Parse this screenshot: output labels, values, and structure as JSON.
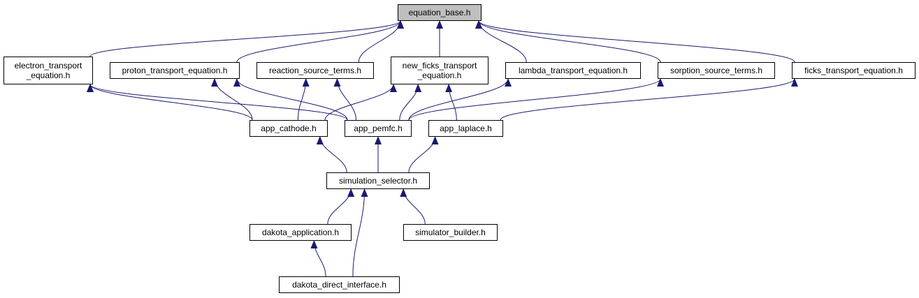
{
  "colors": {
    "edge": "#191970",
    "node_border": "#000000",
    "node_fill": "#ffffff",
    "root_fill": "#bfbfbf"
  },
  "nodes": {
    "equation_base": {
      "lines": [
        "equation_base.h"
      ]
    },
    "electron_transport": {
      "lines": [
        "electron_transport",
        "_equation.h"
      ]
    },
    "proton_transport": {
      "lines": [
        "proton_transport_equation.h"
      ]
    },
    "reaction_source": {
      "lines": [
        "reaction_source_terms.h"
      ]
    },
    "new_ficks": {
      "lines": [
        "new_ficks_transport",
        "_equation.h"
      ]
    },
    "lambda_transport": {
      "lines": [
        "lambda_transport_equation.h"
      ]
    },
    "sorption_source": {
      "lines": [
        "sorption_source_terms.h"
      ]
    },
    "ficks_transport": {
      "lines": [
        "ficks_transport_equation.h"
      ]
    },
    "app_cathode": {
      "lines": [
        "app_cathode.h"
      ]
    },
    "app_pemfc": {
      "lines": [
        "app_pemfc.h"
      ]
    },
    "app_laplace": {
      "lines": [
        "app_laplace.h"
      ]
    },
    "simulation_selector": {
      "lines": [
        "simulation_selector.h"
      ]
    },
    "dakota_application": {
      "lines": [
        "dakota_application.h"
      ]
    },
    "simulator_builder": {
      "lines": [
        "simulator_builder.h"
      ]
    },
    "dakota_direct_interface": {
      "lines": [
        "dakota_direct_interface.h"
      ]
    }
  },
  "edges": [
    [
      "electron_transport",
      "equation_base"
    ],
    [
      "proton_transport",
      "equation_base"
    ],
    [
      "reaction_source",
      "equation_base"
    ],
    [
      "new_ficks",
      "equation_base"
    ],
    [
      "lambda_transport",
      "equation_base"
    ],
    [
      "sorption_source",
      "equation_base"
    ],
    [
      "ficks_transport",
      "equation_base"
    ],
    [
      "app_cathode",
      "electron_transport"
    ],
    [
      "app_pemfc",
      "electron_transport"
    ],
    [
      "app_cathode",
      "proton_transport"
    ],
    [
      "app_pemfc",
      "proton_transport"
    ],
    [
      "app_cathode",
      "reaction_source"
    ],
    [
      "app_pemfc",
      "reaction_source"
    ],
    [
      "app_cathode",
      "new_ficks"
    ],
    [
      "app_pemfc",
      "new_ficks"
    ],
    [
      "app_laplace",
      "new_ficks"
    ],
    [
      "app_pemfc",
      "lambda_transport"
    ],
    [
      "app_pemfc",
      "sorption_source"
    ],
    [
      "app_laplace",
      "ficks_transport"
    ],
    [
      "simulation_selector",
      "app_cathode"
    ],
    [
      "simulation_selector",
      "app_pemfc"
    ],
    [
      "simulation_selector",
      "app_laplace"
    ],
    [
      "dakota_application",
      "simulation_selector"
    ],
    [
      "simulator_builder",
      "simulation_selector"
    ],
    [
      "dakota_direct_interface",
      "simulation_selector"
    ],
    [
      "dakota_direct_interface",
      "dakota_application"
    ]
  ]
}
